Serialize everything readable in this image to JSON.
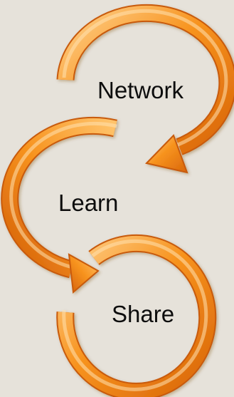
{
  "diagram": {
    "steps": [
      {
        "label": "Network"
      },
      {
        "label": "Learn"
      },
      {
        "label": "Share"
      }
    ]
  },
  "colors": {
    "background": "#e6e2da",
    "arrow_light": "#ffc36b",
    "arrow_mid": "#f7931e",
    "arrow_dark": "#d9660a",
    "text": "#0d0d0d"
  }
}
